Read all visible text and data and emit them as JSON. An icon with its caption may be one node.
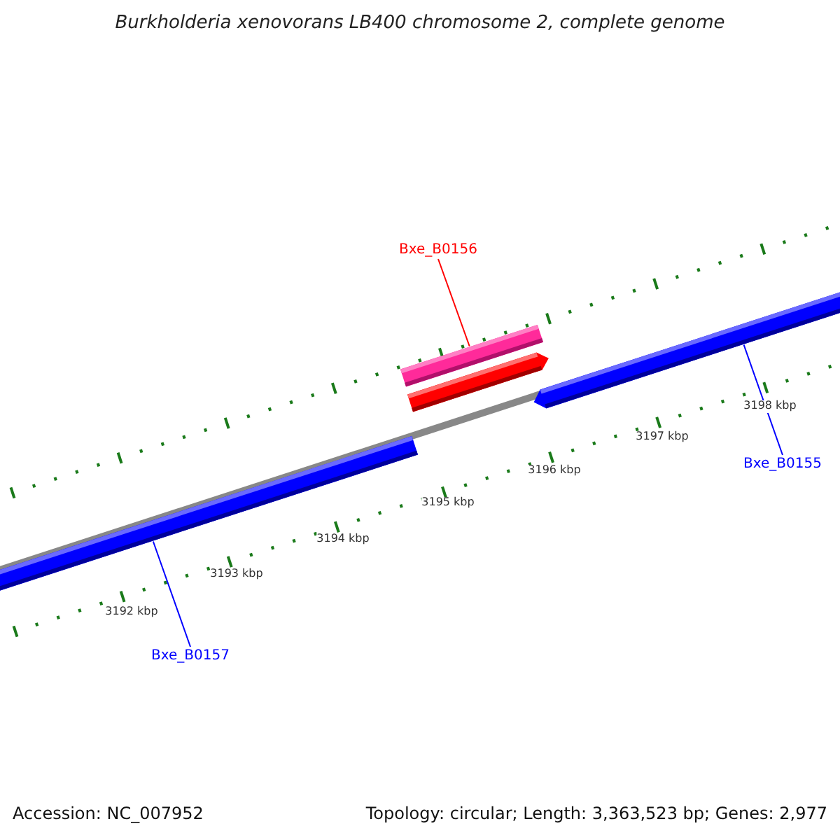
{
  "diagram": {
    "title": "Burkholderia xenovorans LB400 chromosome 2, complete genome",
    "nodes": [
      {
        "text": [
          "Bxe_B0156"
        ]
      },
      {
        "text": [],
        "shape": "bar"
      },
      {
        "text": [],
        "shape": "bar"
      },
      {
        "text": [],
        "shape": "bar"
      },
      {
        "text": [
          "Bxe_B0155"
        ]
      },
      {
        "text": [],
        "shape": "bar"
      },
      {
        "text": [
          "Bxe_B0157"
        ]
      }
    ],
    "edges": [
      {
        "from": 0,
        "to": 1,
        "arrow": "none",
        "color": "#ff0000"
      },
      {
        "from": 4,
        "to": 3,
        "arrow": "none",
        "color": "#0000ff"
      },
      {
        "from": 6,
        "to": 5,
        "arrow": "none",
        "color": "#0000ff"
      }
    ],
    "labels": [
      "3198 kbp",
      "3197 kbp",
      "3196 kbp",
      "3195 kbp",
      "3194 kbp",
      "3193 kbp",
      "3192 kbp",
      "Accession: NC_007952",
      "Topology: circular; Length: 3,363,523 bp; Genes: 2,977"
    ]
  }
}
